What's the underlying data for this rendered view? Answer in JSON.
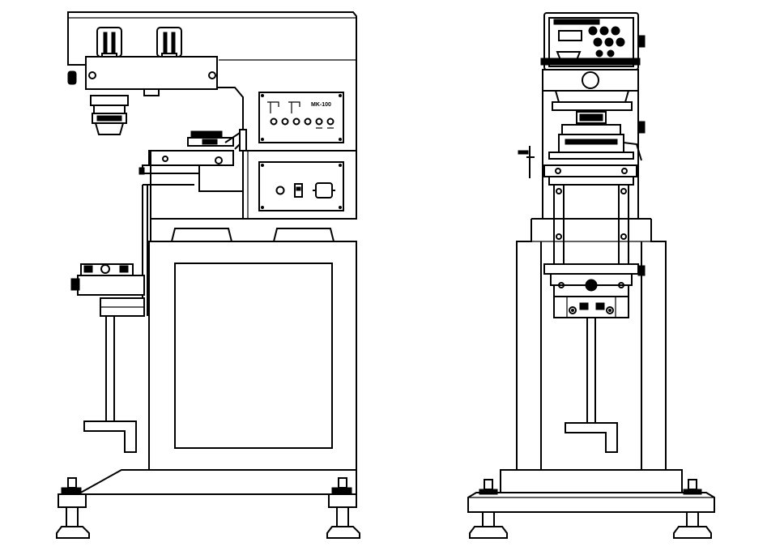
{
  "drawing": {
    "views": [
      {
        "view": "side"
      },
      {
        "view": "front"
      }
    ],
    "panel_label": "MK-100"
  }
}
